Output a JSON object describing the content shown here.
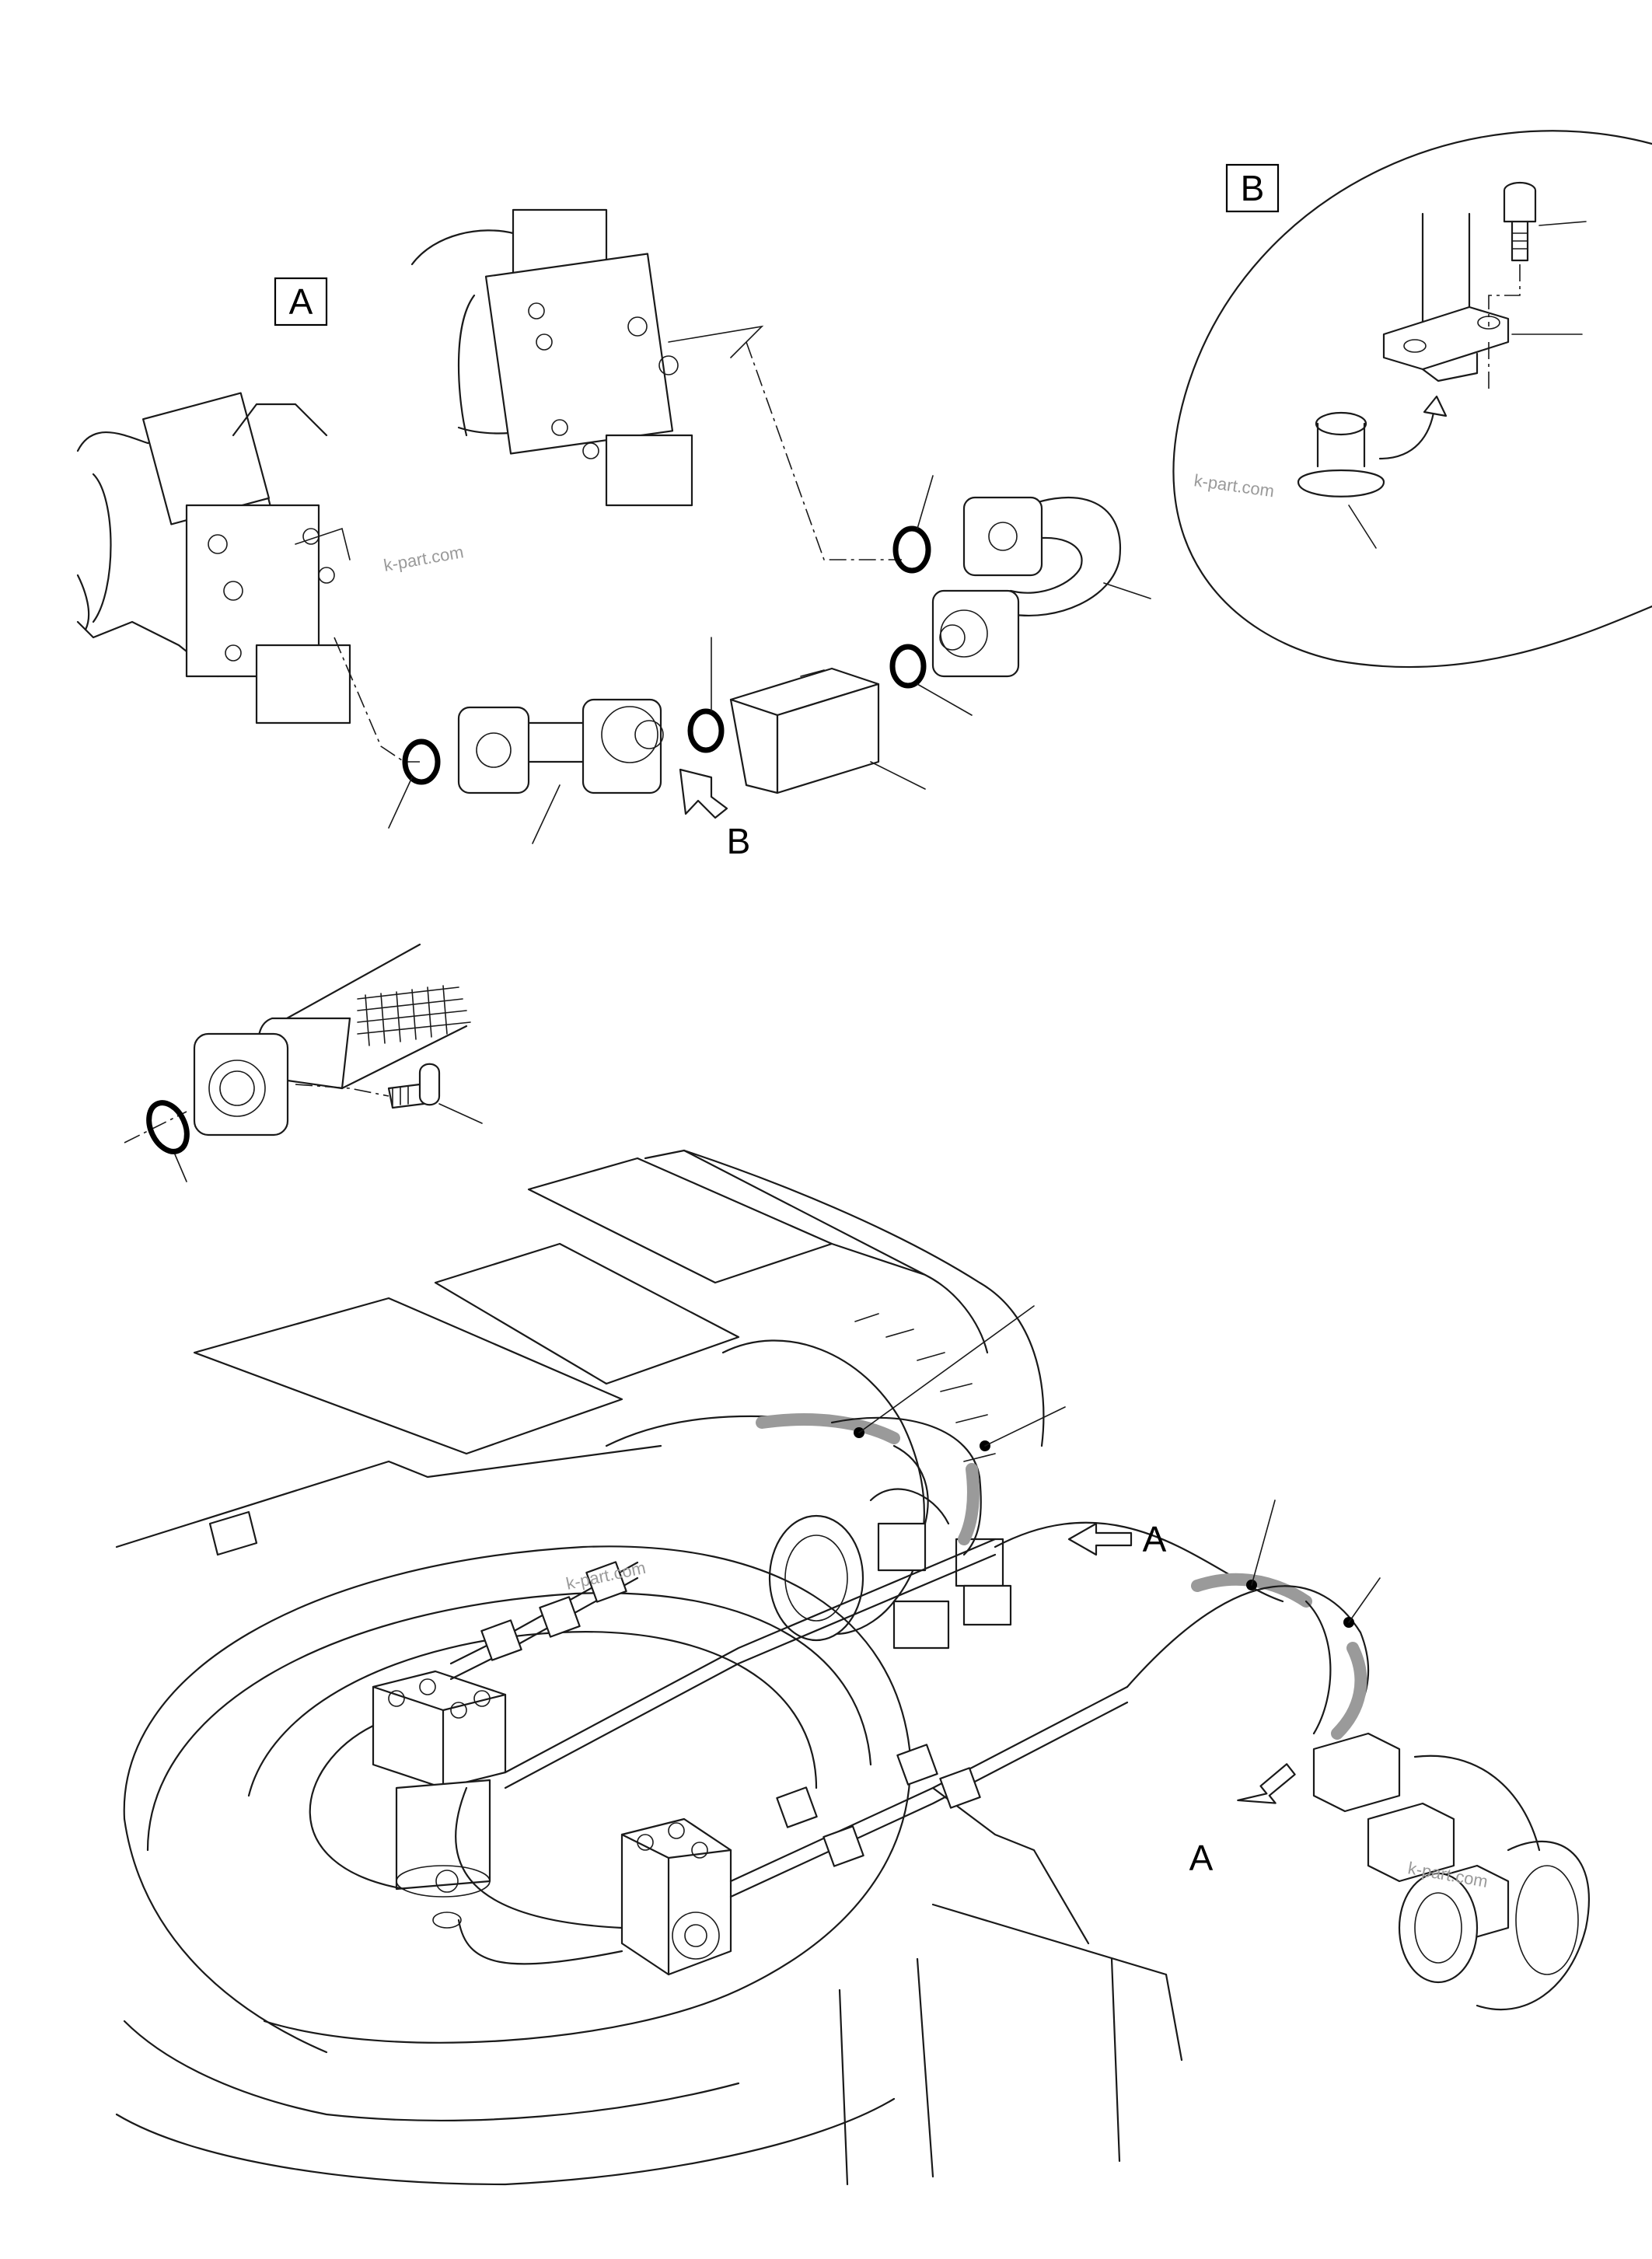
{
  "labels": {
    "detail_a_box": "A",
    "detail_b_box": "B",
    "arrow_b": "B",
    "arrow_a_right": "A",
    "arrow_a_lower": "A"
  },
  "watermarks": [
    "k-part.com",
    "k-part.com",
    "k-part.com",
    "k-part.com"
  ],
  "colors": {
    "line": "#1a1a1a",
    "hose": "#9a9a9a",
    "watermark": "#9a9a9a",
    "background": "#ffffff"
  }
}
